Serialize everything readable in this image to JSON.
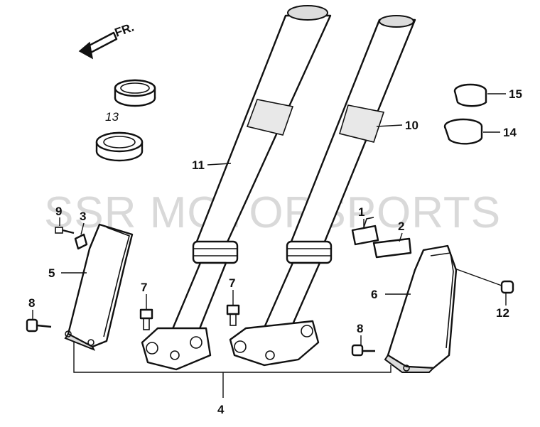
{
  "watermark": "SSR MOTORSPORTS",
  "direction": {
    "label": "FR."
  },
  "callouts": {
    "c1": "1",
    "c2": "2",
    "c3": "3",
    "c4": "4",
    "c5": "5",
    "c6": "6",
    "c7a": "7",
    "c7b": "7",
    "c8a": "8",
    "c8b": "8",
    "c9": "9",
    "c10": "10",
    "c11": "11",
    "c12": "12",
    "c13": "13",
    "c14": "14",
    "c15": "15"
  },
  "colors": {
    "line": "#111111",
    "watermark": "#d9d9d9",
    "shade": "#dcdcdc"
  }
}
